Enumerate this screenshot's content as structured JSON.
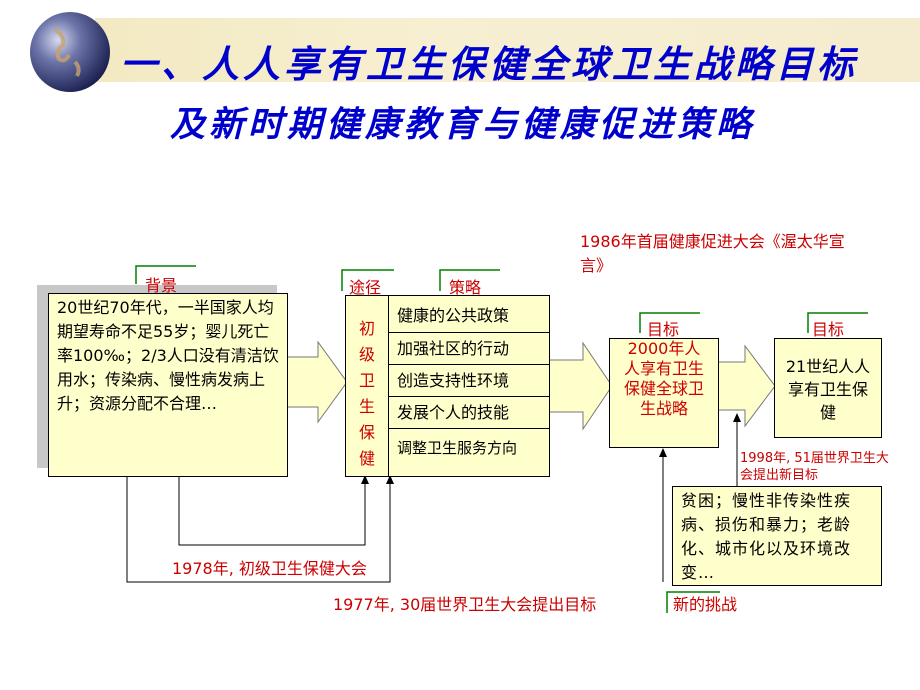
{
  "title": {
    "line1": "一、人人享有卫生保健全球卫生战略目标",
    "line2": "及新时期健康教育与健康促进策略"
  },
  "labels": {
    "background": "背景",
    "route": "途径",
    "strategy": "策略",
    "goal1": "目标",
    "goal2": "目标",
    "new_challenge": "新的挑战"
  },
  "background_text": "20世纪70年代，一半国家人均期望寿命不足55岁；婴儿死亡率100‰；2/3人口没有清洁饮用水；传染病、慢性病发病上升；资源分配不合理…",
  "route_text": "初级卫生保健",
  "strategies": [
    "健康的公共政策",
    "加强社区的行动",
    "创造支持性环境",
    "发展个人的技能",
    "调整卫生服务方向"
  ],
  "goal2000": "2000年人人享有卫生保健全球卫生战略",
  "goal21": "21世纪人人享有卫生保健",
  "challenges": "贫困；慢性非传染性疾病、损伤和暴力；老龄化、城市化以及环境改变…",
  "annotations": {
    "ottawa": "1986年首届健康促进大会《渥太华宣言》",
    "wha1998": "1998年, 51届世界卫生大会提出新目标",
    "alma_ata": "1978年, 初级卫生保健大会",
    "wha1977": "1977年, 30届世界卫生大会提出目标"
  },
  "colors": {
    "title": "#0000cc",
    "label": "#cc0000",
    "box_fill": "#ffffcc",
    "arrow_fill": "#ffffcc",
    "marker": "#008000"
  }
}
